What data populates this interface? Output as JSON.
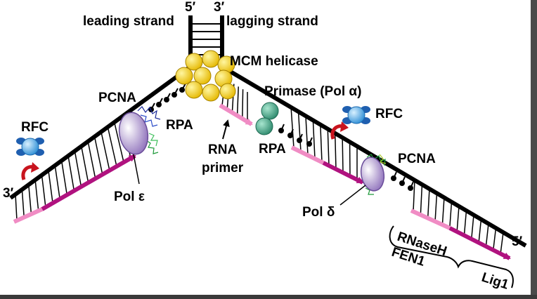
{
  "diagram": {
    "labels": {
      "five_prime_top": "5′",
      "three_prime_top": "3′",
      "leading_strand": "leading strand",
      "lagging_strand": "lagging strand",
      "mcm_helicase": "MCM helicase",
      "primase": "Primase (Pol α)",
      "pcna_left": "PCNA",
      "rpa_left": "RPA",
      "rfc_left": "RFC",
      "rna_primer_line1": "RNA",
      "rna_primer_line2": "primer",
      "rpa_right": "RPA",
      "rfc_right": "RFC",
      "pcna_right": "PCNA",
      "three_prime_left": "3′",
      "pol_epsilon": "Pol ε",
      "pol_delta": "Pol δ",
      "rnaseh": "RNaseH",
      "fen1": "FEN1",
      "lig1": "Lig1",
      "five_prime_right": "5′"
    },
    "colors": {
      "dna": "#000000",
      "new_strand": "#b0127f",
      "rna_primer": "#f08cc4",
      "mcm": "#f5d000",
      "primase": "#3fa88a",
      "rfc": "#3aa0e0",
      "polymerase": "#b39ad6",
      "arrow_red": "#c8141e",
      "pcna_blue": "#1a2a9a",
      "pcna_green": "#1e9a3a"
    }
  }
}
